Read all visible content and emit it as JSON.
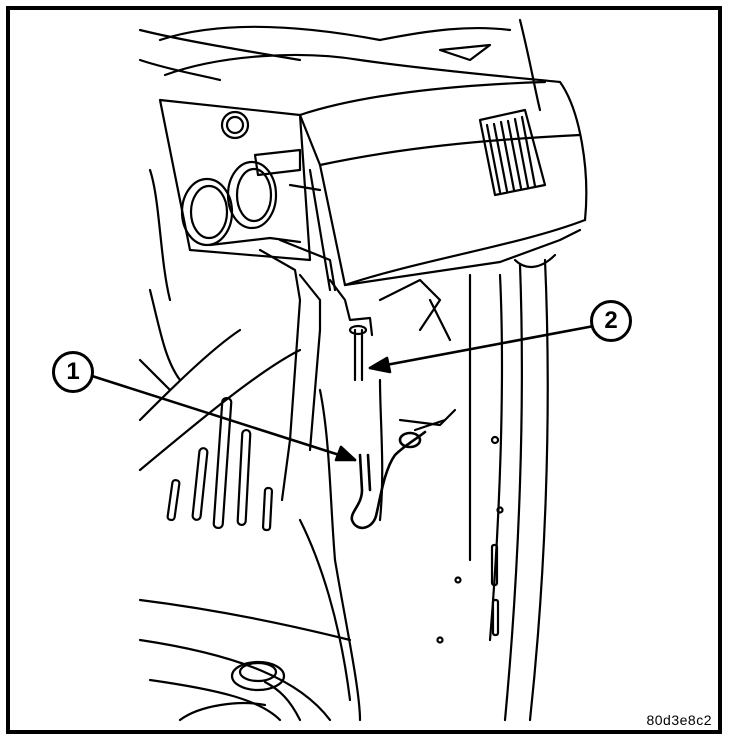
{
  "figure": {
    "reference_code": "80d3e8c2",
    "ink_color": "#000000",
    "paper_color": "#ffffff"
  },
  "callouts": [
    {
      "id": "1",
      "label": "1"
    },
    {
      "id": "2",
      "label": "2"
    }
  ]
}
